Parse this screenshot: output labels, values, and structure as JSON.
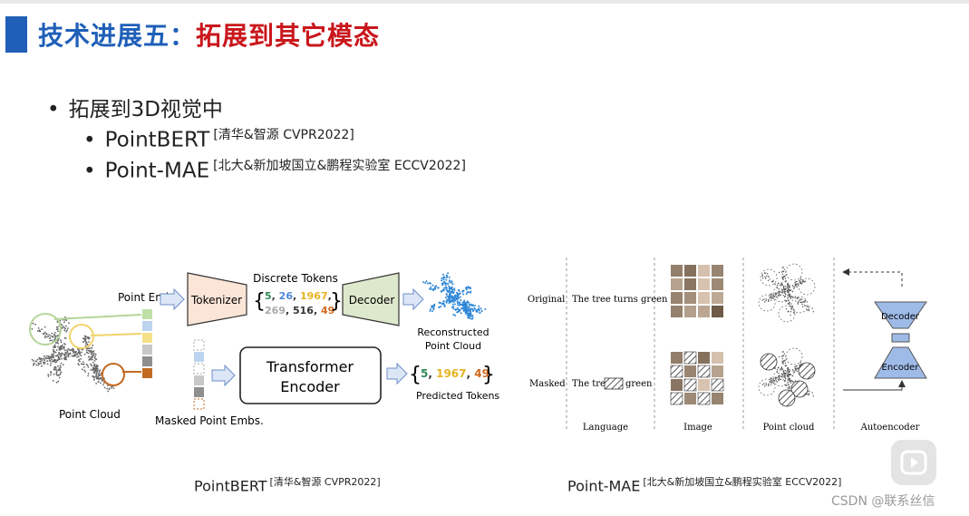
{
  "slide": {
    "title_part1": "技术进展五：",
    "title_part2": "拓展到其它模态",
    "bullets": [
      {
        "text": "拓展到3D视觉中",
        "ref": ""
      },
      {
        "text": "PointBERT",
        "ref": "[清华&智源 CVPR2022]"
      },
      {
        "text": "Point-MAE",
        "ref": "[北大&新加坡国立&鹏程实验室 ECCV2022]"
      }
    ]
  },
  "pointbert_figure": {
    "point_embs_label": "Point Embs.",
    "tokenizer_label": "Tokenizer",
    "discrete_tokens_label": "Discrete Tokens",
    "tokens_row1": [
      "5",
      "26",
      "1967"
    ],
    "tokens_row2": [
      "269",
      "516",
      "49"
    ],
    "decoder_label": "Decoder",
    "reconstructed_label_line1": "Reconstructed",
    "reconstructed_label_line2": "Point Cloud",
    "point_cloud_label": "Point Cloud",
    "masked_embs_label": "Masked Point Embs.",
    "transformer_line1": "Transformer",
    "transformer_line2": "Encoder",
    "predicted_tokens": [
      "5",
      "1967",
      "49"
    ],
    "predicted_label": "Predicted Tokens",
    "token_colors": {
      "c5": "#2e8b57",
      "c26": "#4f86d6",
      "c1967": "#e6b422",
      "c269": "#aaaaaa",
      "c516": "#222222",
      "c49": "#d2691e"
    }
  },
  "pointmae_figure": {
    "row_original": "Original",
    "row_masked": "Masked",
    "original_sentence": "The tree turns green",
    "masked_sentence_left": "The tree",
    "masked_sentence_right": "green",
    "col_language": "Language",
    "col_image": "Image",
    "col_pointcloud": "Point cloud",
    "col_autoencoder": "Autoencoder",
    "decoder_label": "Decoder",
    "encoder_label": "Encoder"
  },
  "captions": {
    "left_name": "PointBERT",
    "left_ref": "[清华&智源 CVPR2022]",
    "right_name": "Point-MAE",
    "right_ref": "[北大&新加坡国立&鹏程实验室 ECCV2022]"
  },
  "watermark": "CSDN @联系丝信"
}
